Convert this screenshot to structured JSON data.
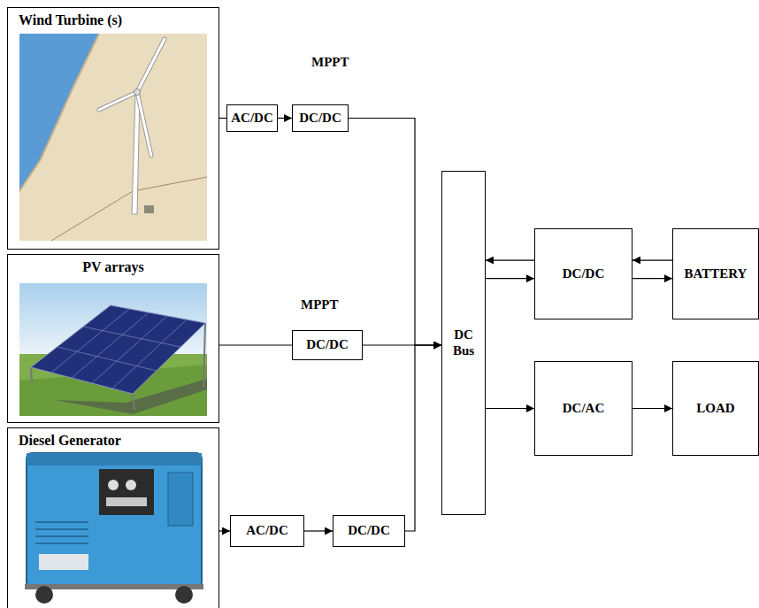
{
  "diagram": {
    "nodes": [
      {
        "text": [
          "Wind Turbine (s)"
        ]
      },
      {
        "text": [
          "PV arrays"
        ]
      },
      {
        "text": [
          "Diesel Generator"
        ]
      },
      {
        "text": [
          "AC/DC"
        ]
      },
      {
        "text": [
          "DC/DC"
        ]
      },
      {
        "text": [
          "DC/DC"
        ]
      },
      {
        "text": [
          "AC/DC"
        ]
      },
      {
        "text": [
          "DC/DC"
        ]
      },
      {
        "text": [
          "DC Bus"
        ]
      },
      {
        "text": [
          "DC/DC"
        ]
      },
      {
        "text": [
          "BATTERY"
        ]
      },
      {
        "text": [
          "DC/AC"
        ]
      },
      {
        "text": [
          "LOAD"
        ]
      }
    ],
    "edges": [
      {
        "from": 0,
        "to": 3,
        "arrow": "none"
      },
      {
        "from": 3,
        "to": 4,
        "arrow": "to"
      },
      {
        "from": 4,
        "to": 8,
        "arrow": "to"
      },
      {
        "from": 1,
        "to": 5,
        "arrow": "none"
      },
      {
        "from": 5,
        "to": 8,
        "arrow": "to"
      },
      {
        "from": 2,
        "to": 6,
        "arrow": "to"
      },
      {
        "from": 6,
        "to": 7,
        "arrow": "to"
      },
      {
        "from": 7,
        "to": 8,
        "arrow": "to"
      },
      {
        "from": 9,
        "to": 8,
        "arrow": "to"
      },
      {
        "from": 8,
        "to": 9,
        "arrow": "to"
      },
      {
        "from": 10,
        "to": 9,
        "arrow": "to"
      },
      {
        "from": 9,
        "to": 10,
        "arrow": "to"
      },
      {
        "from": 8,
        "to": 11,
        "arrow": "to"
      },
      {
        "from": 11,
        "to": 12,
        "arrow": "to"
      }
    ],
    "labels": [
      "MPPT",
      "MPPT"
    ]
  }
}
